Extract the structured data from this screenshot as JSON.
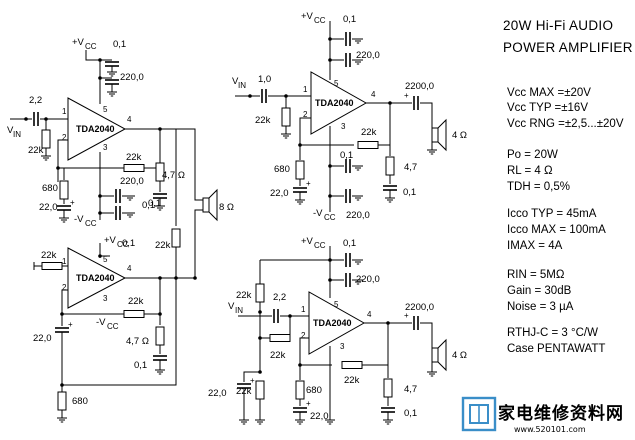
{
  "title": {
    "line1": "20W Hi-Fi AUDIO",
    "line2": "POWER AMPLIFIER"
  },
  "specs": {
    "vcc_max": "Vcc MAX =±20V",
    "vcc_typ": "Vcc TYP =±16V",
    "vcc_rng": "Vcc RNG =±2,5...±20V",
    "po": "Po  =  20W",
    "rl": "RL  = 4 Ω",
    "tdh": "TDH = 0,5%",
    "icco_typ": "Icco TYP = 45mA",
    "icco_max": "Icco MAX = 100mA",
    "imax": "IMAX  =  4A",
    "rin": "RIN   = 5MΩ",
    "gain": "Gain  = 30dB",
    "noise": "Noise = 3  µA",
    "rthj": "RTHJ-C = 3 °C/W",
    "case": "Case  PENTAWATT"
  },
  "labels": {
    "chip": "TDA2040",
    "vcc_plus": "+V",
    "vcc_minus": "-V",
    "vcc_sub": "CC",
    "vin": "V",
    "vin_sub": "IN",
    "pin1": "1",
    "pin2": "2",
    "pin3": "3",
    "pin4": "4",
    "pin5": "5",
    "c_0_1": "0,1",
    "c_220_0": "220,0",
    "c_22_0": "22,0",
    "c_2_2": "2,2",
    "c_1_0": "1,0",
    "c_2200_0": "2200,0",
    "r_22k": "22k",
    "r_680": "680",
    "r_4_7": "4,7",
    "r_4_7_ohm": "4,7 Ω",
    "spk_8": "8 Ω",
    "spk_4": "4 Ω",
    "plus": "+"
  },
  "watermark": {
    "text": "家电维修资料网",
    "url": "www.520101.com"
  },
  "colors": {
    "ink": "#000000",
    "watermark": "#3a8ec8",
    "background": "#ffffff"
  }
}
